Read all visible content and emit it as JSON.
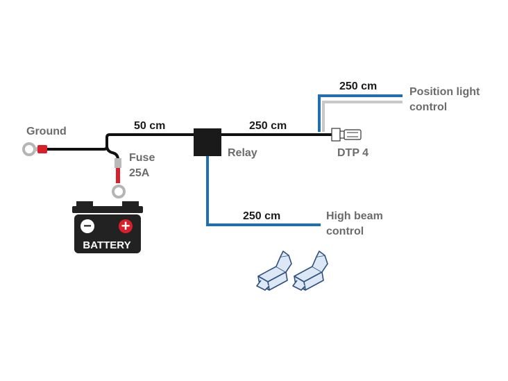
{
  "diagram": {
    "labels": {
      "ground": "Ground",
      "fuse": "Fuse",
      "fuse_rating": "25A",
      "relay": "Relay",
      "dtp": "DTP 4",
      "position_line1": "Position light",
      "position_line2": "control",
      "highbeam_line1": "High beam",
      "highbeam_line2": "control",
      "battery": "BATTERY"
    },
    "lengths": {
      "ground_to_relay": "50 cm",
      "relay_to_dtp": "250 cm",
      "position_light": "250 cm",
      "high_beam": "250 cm"
    },
    "battery_terminals": {
      "negative": "−",
      "positive": "+"
    },
    "colors": {
      "black_wire": "#111111",
      "red_wire": "#d9202a",
      "blue_wire": "#1f6fb5",
      "grey_wire": "#c8c8c8",
      "relay": "#1a1a1a",
      "battery": "#222222",
      "connector_outline": "#2f4f7f"
    }
  }
}
